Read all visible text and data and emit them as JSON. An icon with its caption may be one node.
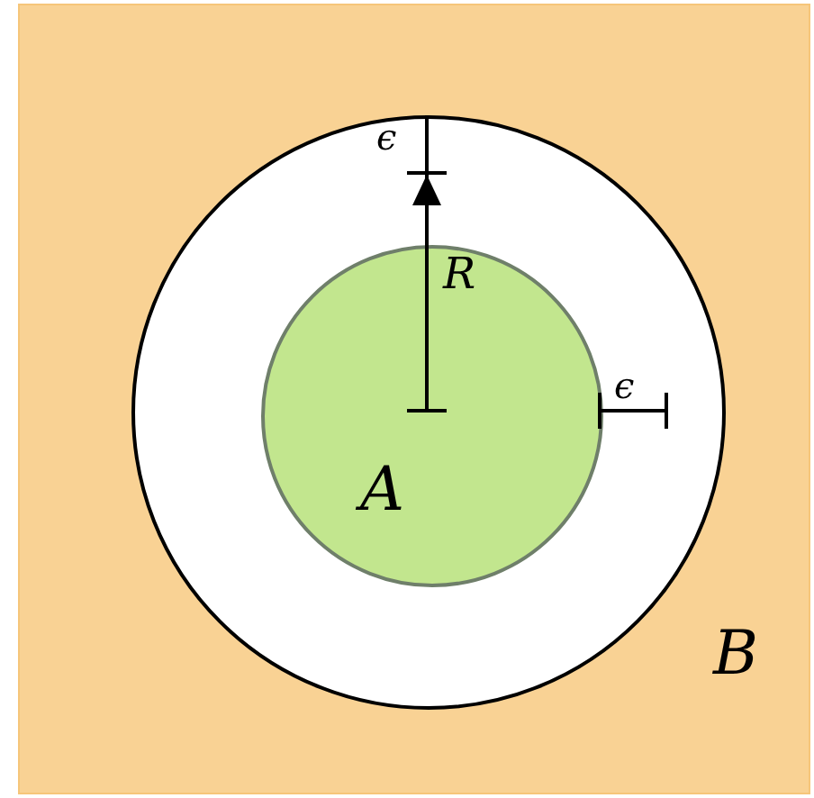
{
  "diagram": {
    "nodes": [
      {
        "text": [
          "B"
        ]
      },
      {
        "text": [],
        "shape": "circle",
        "in": 0
      },
      {
        "text": [
          "A"
        ],
        "in": 1
      }
    ],
    "labels": [
      "ϵ",
      "R",
      "ϵ"
    ]
  }
}
